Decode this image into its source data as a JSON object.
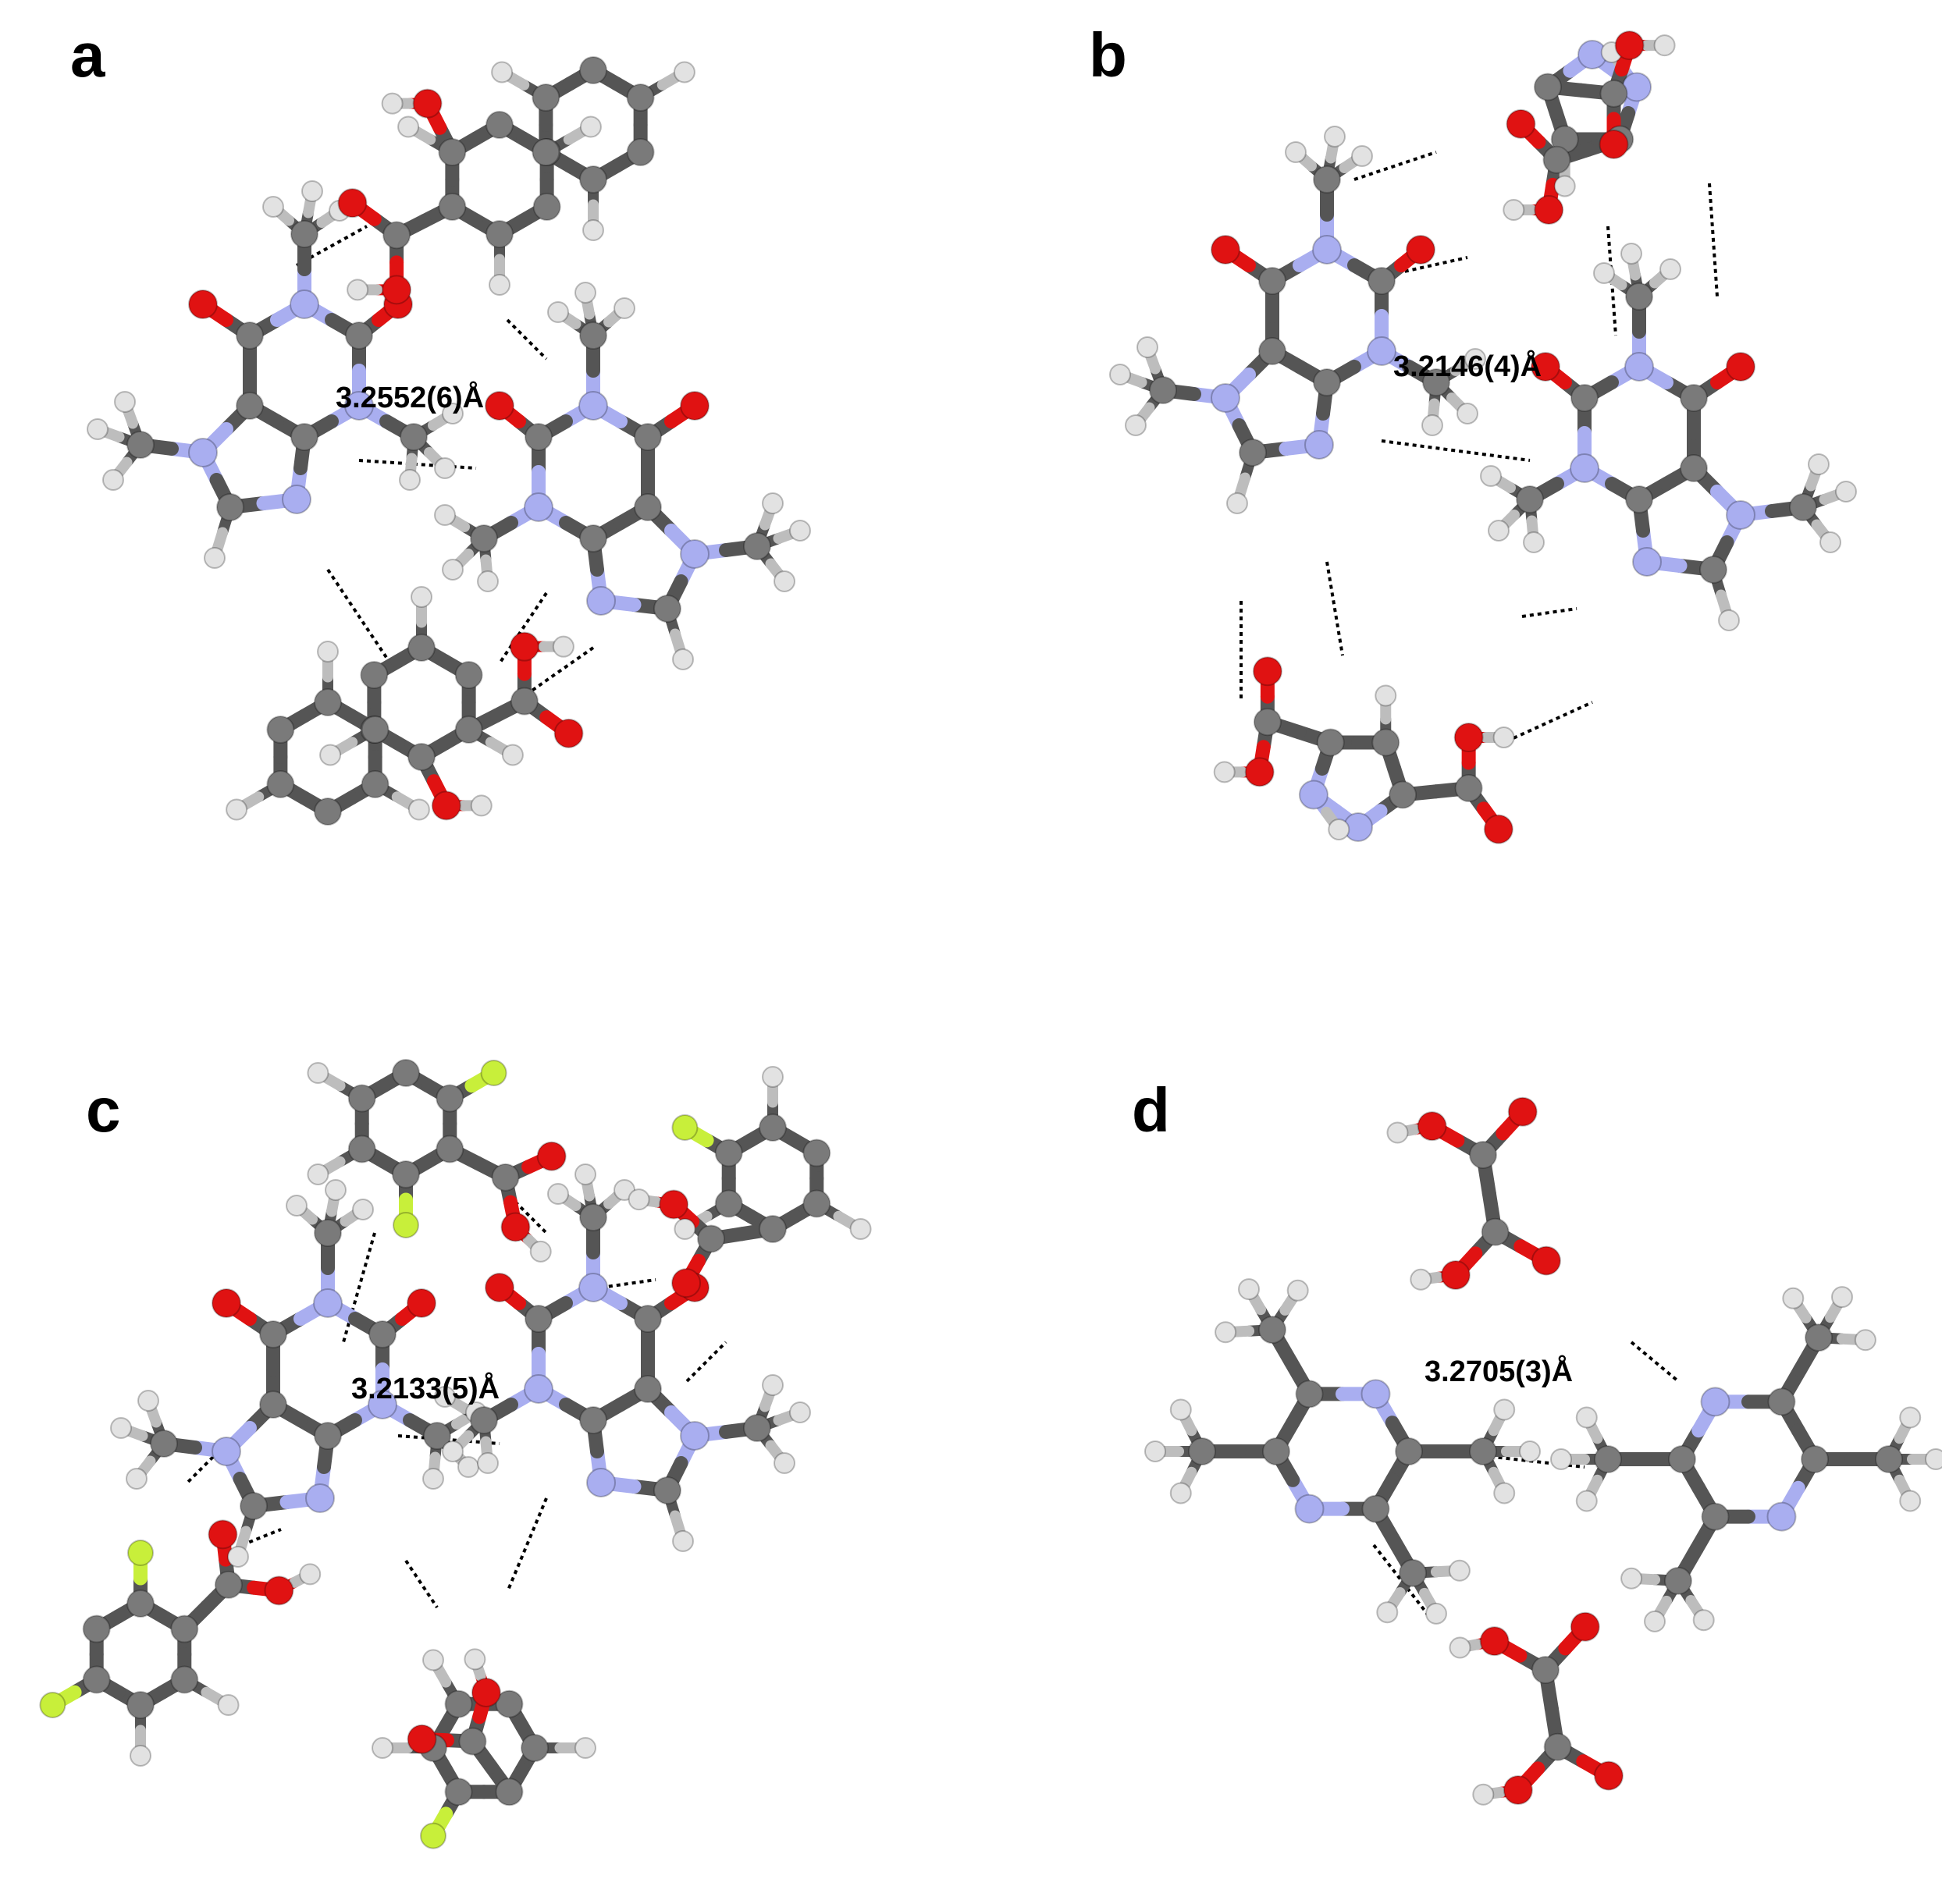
{
  "colors": {
    "background": "#ffffff",
    "carbon": "#7a7a7a",
    "carbon_dark": "#555555",
    "hydrogen": "#e2e2e2",
    "nitrogen": "#a9aef0",
    "oxygen": "#e01212",
    "fluorine": "#c8ef3a",
    "hbond": "#000000"
  },
  "panels": [
    {
      "id": "a",
      "label": "a",
      "distance": "3.2552(6)Å"
    },
    {
      "id": "b",
      "label": "b",
      "distance": "3.2146(4)Å"
    },
    {
      "id": "c",
      "label": "c",
      "distance": "3.2133(5)Å"
    },
    {
      "id": "d",
      "label": "d",
      "distance": "3.2705(3)Å"
    }
  ]
}
